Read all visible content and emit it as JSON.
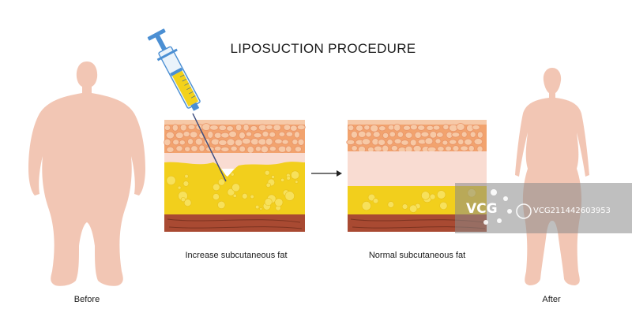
{
  "title": "LIPOSUCTION PROCEDURE",
  "panels": {
    "before_caption": "Increase subcutaneous fat",
    "after_caption": "Normal subcutaneous fat"
  },
  "figures": {
    "before_label": "Before",
    "after_label": "After"
  },
  "watermark": {
    "logo": "VCG",
    "text": "VCG211442603953"
  },
  "colors": {
    "skin_body": "#f2c6b4",
    "dermis_top": "#f2a36e",
    "fat_cell": "#f7c9a6",
    "pink_layer": "#f9dcd2",
    "yellow_fat": "#f2cf1c",
    "muscle": "#a94a32",
    "syringe_liquid": "#f3d21a",
    "syringe_blue": "#4b8fd3"
  }
}
